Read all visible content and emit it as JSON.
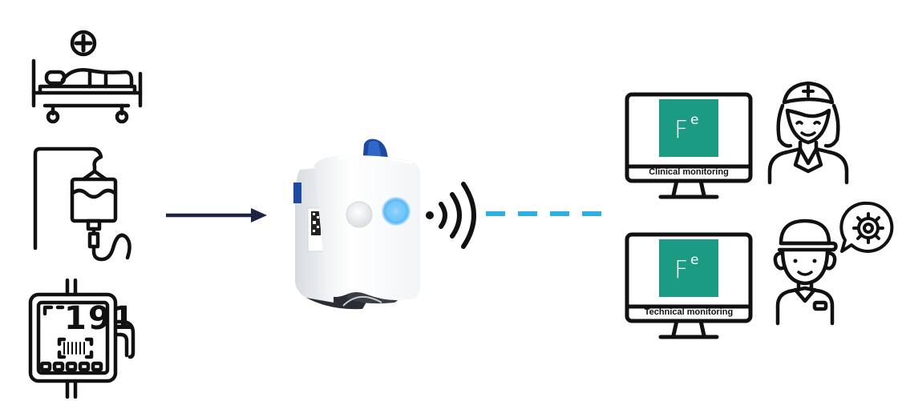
{
  "colors": {
    "arrow": "#1f2444",
    "wifi": "#111111",
    "link": "#2bb0e0",
    "fe_logo": "#1b9a84",
    "icon_stroke": "#111111",
    "led": "#58b9f2",
    "device_accent": "#1c4aa0"
  },
  "icons": {
    "patient_bed": "hospital-bed-icon",
    "iv_drip": "iv-drip-icon",
    "infusion_pump": "infusion-pump-icon",
    "tag_device": "tracking-tag-device",
    "wireless": "wifi-signal-icon",
    "nurse": "nurse-icon",
    "technician": "technician-icon",
    "settings": "gear-speech-bubble-icon"
  },
  "devices": {
    "pump_display": "191"
  },
  "monitors": [
    {
      "logo_main": "F",
      "logo_sup": "e",
      "label": "Clinical monitoring"
    },
    {
      "logo_main": "F",
      "logo_sup": "e",
      "label": "Technical monitoring"
    }
  ]
}
